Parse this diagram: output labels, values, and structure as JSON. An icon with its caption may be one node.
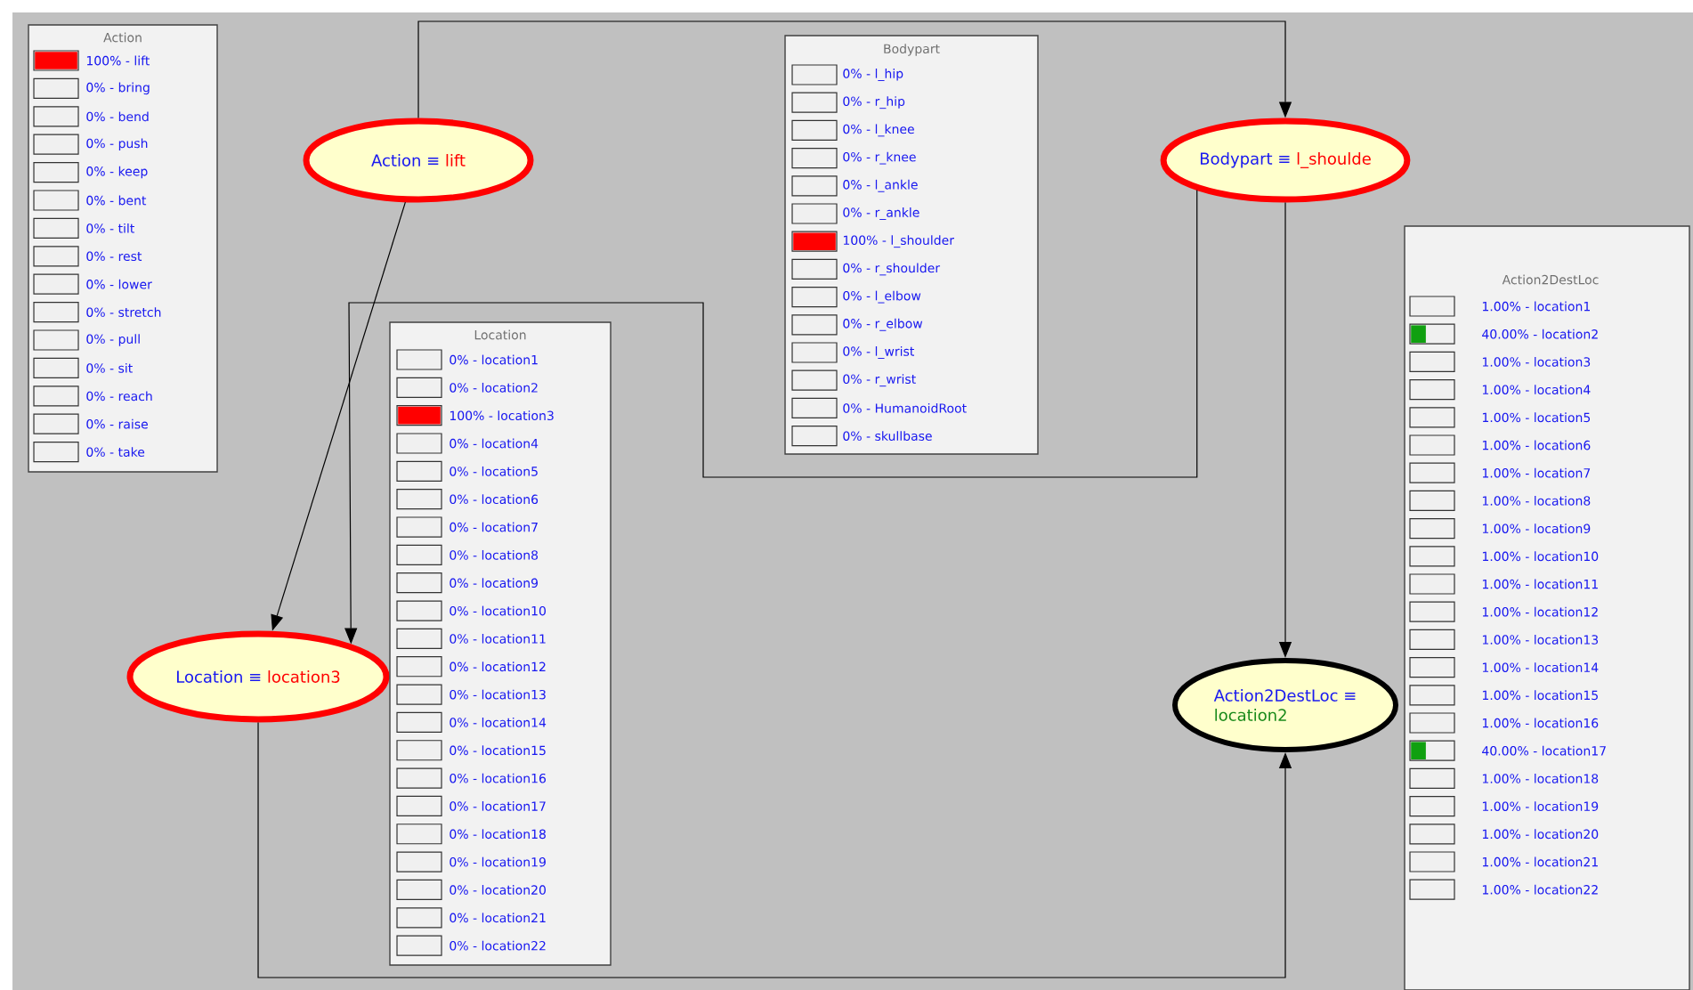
{
  "diagram": {
    "nodes": [
      {
        "text": [
          "Action",
          "100% - lift",
          "0% - bring",
          "0% - bend",
          "0% - push",
          "0% - keep",
          "0% - bent",
          "0% - tilt",
          "0% - rest",
          "0% - lower",
          "0% - stretch",
          "0% - pull",
          "0% - sit",
          "0% - reach",
          "0% - raise",
          "0% - take"
        ]
      },
      {
        "text": [
          "Action ≡",
          "lift"
        ]
      },
      {
        "text": [
          "Bodypart",
          "0% - l_hip",
          "0% - r_hip",
          "0% - l_knee",
          "0% - r_knee",
          "0% - l_ankle",
          "0% - r_ankle",
          "100% - l_shoulder",
          "0% - r_shoulder",
          "0% - l_elbow",
          "0% - r_elbow",
          "0% - l_wrist",
          "0% - r_wrist",
          "0% - HumanoidRoot",
          "0% - skullbase"
        ]
      },
      {
        "text": [
          "Bodypart ≡",
          "l_shoulde"
        ]
      },
      {
        "text": [
          "Action2DestLoc",
          "1.00% - location1",
          "40.00% - location2",
          "1.00% - location3",
          "1.00% - location4",
          "1.00% - location5",
          "1.00% - location6",
          "1.00% - location7",
          "1.00% - location8",
          "1.00% - location9",
          "1.00% - location10",
          "1.00% - location11",
          "1.00% - location12",
          "1.00% - location13",
          "1.00% - location14",
          "1.00% - location15",
          "1.00% - location16",
          "40.00% - location17",
          "1.00% - location18",
          "1.00% - location19",
          "1.00% - location20",
          "1.00% - location21",
          "1.00% - location22"
        ]
      },
      {
        "text": [
          "Location",
          "0% - location1",
          "0% - location2",
          "100% - location3",
          "0% - location4",
          "0% - location5",
          "0% - location6",
          "0% - location7",
          "0% - location8",
          "0% - location9",
          "0% - location10",
          "0% - location11",
          "0% - location12",
          "0% - location13",
          "0% - location14",
          "0% - location15",
          "0% - location16",
          "0% - location17",
          "0% - location18",
          "0% - location19",
          "0% - location20",
          "0% - location21",
          "0% - location22"
        ]
      },
      {
        "text": [
          "Location ≡",
          "location3"
        ]
      },
      {
        "text": [
          "Action2DestLoc ≡",
          "location2"
        ]
      }
    ],
    "edges": [
      {
        "from": 1,
        "to": 3,
        "arrow": "to"
      },
      {
        "from": 1,
        "to": 6,
        "arrow": "to"
      },
      {
        "from": 3,
        "to": 6,
        "arrow": "to"
      },
      {
        "from": 3,
        "to": 7,
        "arrow": "to"
      },
      {
        "from": 6,
        "to": 7,
        "arrow": "to"
      }
    ]
  }
}
